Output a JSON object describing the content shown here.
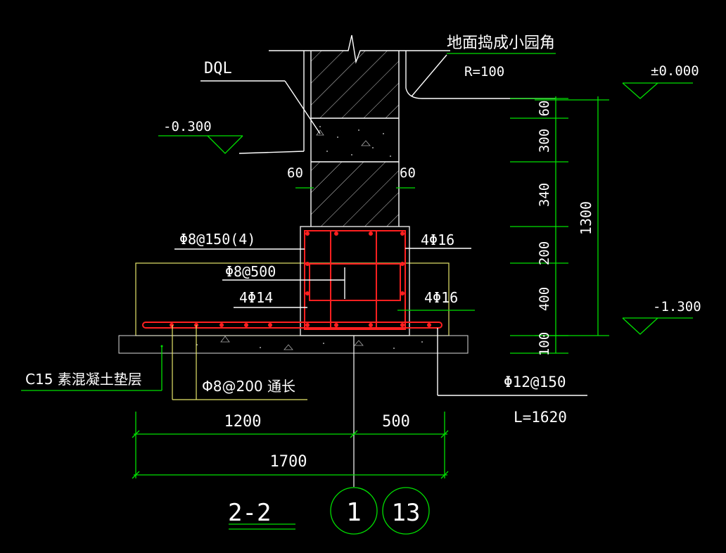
{
  "labels": {
    "rounded_corner": "地面捣成小园角",
    "radius": "R=100",
    "dql": "DQL",
    "elev_top": "±0.000",
    "elev_minus03": "-0.300",
    "elev_bottom": "-1.300",
    "w60_left": "60",
    "w60_right": "60",
    "stirrup": "Φ8@150(4)",
    "top_bars": "4Φ16",
    "tie": "Φ8@500",
    "side_bars": "4Φ14",
    "bottom_bars": "4Φ16",
    "cushion": "C15  素混凝土垫层",
    "distribution": "Φ8@200  通长",
    "main_bar": "Φ12@150",
    "bar_length": "L=1620",
    "section": "2-2",
    "axis_1": "1",
    "axis_13": "13"
  },
  "dimensions": {
    "horizontal": [
      "1200",
      "500",
      "1700"
    ],
    "vertical": [
      "60",
      "300",
      "340",
      "200",
      "400",
      "100",
      "1300"
    ]
  },
  "colors": {
    "dimension": "#00e000",
    "rebar": "#ff2020",
    "outline": "#ffffff",
    "footing_edge": "#e6e66a",
    "text": "#ffffff",
    "background": "#000000"
  }
}
